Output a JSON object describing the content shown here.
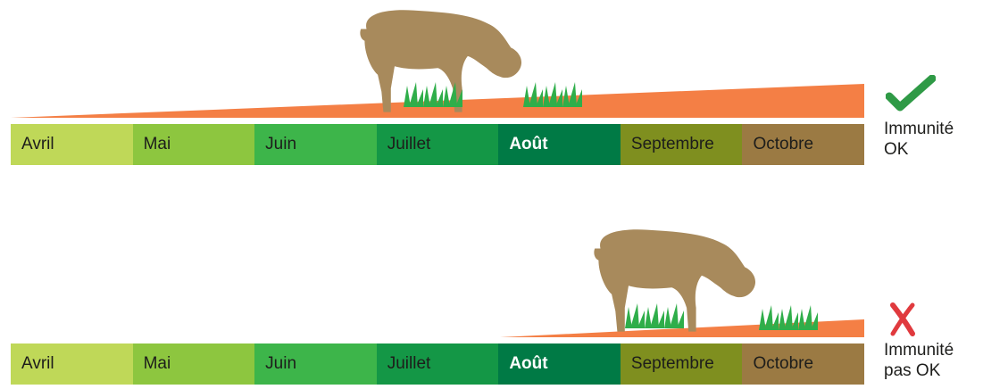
{
  "colors": {
    "avril": "#bfd858",
    "mai": "#8dc63f",
    "juin": "#3db54a",
    "juillet": "#149746",
    "aout": "#007a45",
    "septembre": "#7f8f1f",
    "octobre": "#9b7a43",
    "cow": "#a88a5c",
    "grass": "#2fae4a",
    "growth": "#f47f45",
    "check": "#2f9a46",
    "cross": "#e03a3e"
  },
  "scenarios": [
    {
      "months": [
        "Avril",
        "Mai",
        "Juin",
        "Juillet",
        "Août",
        "Septembre",
        "Octobre"
      ],
      "status_line1": "Immunité",
      "status_line2": "OK",
      "status_icon": "check-icon"
    },
    {
      "months": [
        "Avril",
        "Mai",
        "Juin",
        "Juillet",
        "Août",
        "Septembre",
        "Octobre"
      ],
      "status_line1": "Immunité",
      "status_line2": "pas OK",
      "status_icon": "cross-icon"
    }
  ]
}
